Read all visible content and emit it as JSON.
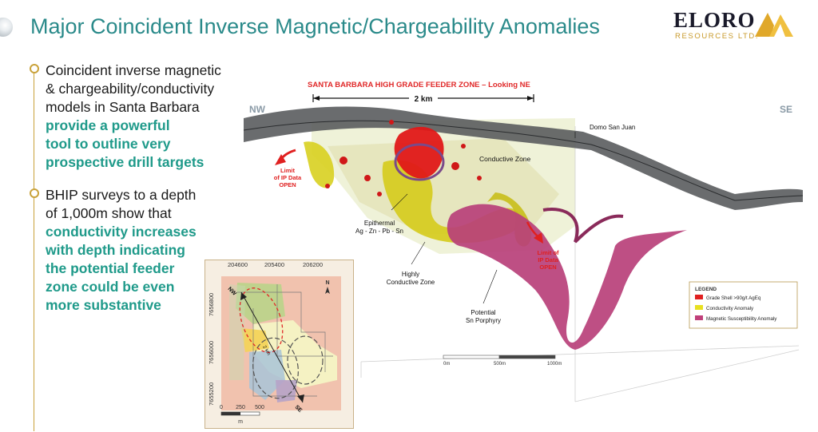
{
  "slide": {
    "title": "Major Coincident Inverse Magnetic/Chargeability Anomalies"
  },
  "logo": {
    "name": "ELORO",
    "subtitle": "RESOURCES LTD."
  },
  "bullets": [
    {
      "line1": "Coincident inverse magnetic",
      "line2": "& chargeability/conductivity",
      "line3": "models in Santa Barbara",
      "hl1": "provide a powerful",
      "hl2": "tool to outline very",
      "hl3": "prospective drill targets"
    },
    {
      "line1": "BHIP surveys to a depth",
      "line2": "of 1,000m show that",
      "hl1": "conductivity increases",
      "hl2": "with depth indicating",
      "hl3": "the potential feeder",
      "hl4": "zone could be even",
      "hl5": "more substantive"
    }
  ],
  "model": {
    "header": "SANTA BARBARA HIGH GRADE FEEDER ZONE – Looking NE",
    "scale_label": "2 km",
    "nw": "NW",
    "se": "SE",
    "domo": "Domo San Juan",
    "conductive_zone": "Conductive Zone",
    "limit_left_1": "Limit",
    "limit_left_2": "of IP Data",
    "limit_left_3": "OPEN",
    "limit_right_1": "Limit of",
    "limit_right_2": "IP Data",
    "limit_right_3": "OPEN",
    "epithermal_1": "Epithermal",
    "epithermal_2": "Ag - Zn - Pb - Sn",
    "highly_1": "Highly",
    "highly_2": "Conductive Zone",
    "potential_1": "Potential",
    "potential_2": "Sn Porphyry",
    "scalebar": [
      "0m",
      "500m",
      "1000m"
    ]
  },
  "legend": {
    "title": "LEGEND",
    "items": [
      {
        "label": "Grade Shell >90g/t AgEq",
        "color": "#e02020"
      },
      {
        "label": "Conductivity Anomaly",
        "color": "#e8e020"
      },
      {
        "label": "Magnetic Susceptibility Anomaly",
        "color": "#c0407a"
      }
    ]
  },
  "inset": {
    "x_ticks": [
      "204600",
      "205400",
      "206200"
    ],
    "y_ticks": [
      "7656800",
      "7656000",
      "7655200"
    ],
    "nw": "NW",
    "se": "SE",
    "km": "2 km",
    "north": "N",
    "scale": [
      "0",
      "250",
      "500"
    ],
    "unit": "m"
  }
}
